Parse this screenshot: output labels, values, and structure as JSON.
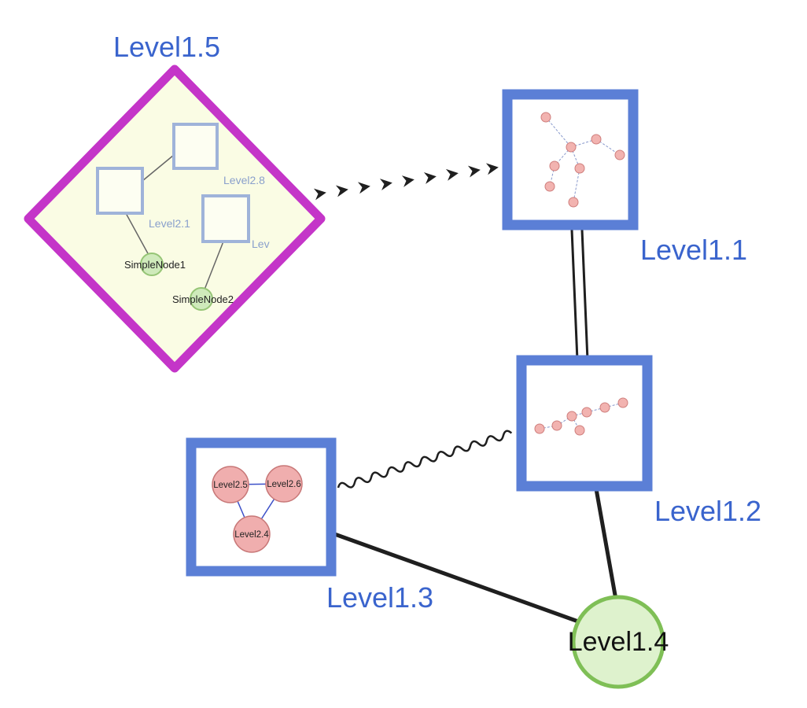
{
  "nodes": {
    "level1_5": {
      "label": "Level1.5",
      "type": "diamond"
    },
    "level1_1": {
      "label": "Level1.1",
      "type": "square"
    },
    "level1_2": {
      "label": "Level1.2",
      "type": "square"
    },
    "level1_3": {
      "label": "Level1.3",
      "type": "square"
    },
    "level1_4": {
      "label": "Level1.4",
      "type": "circle"
    },
    "level2_8": {
      "label": "Level2.8",
      "type": "square"
    },
    "level2_1": {
      "label": "Level2.1",
      "type": "square"
    },
    "level2_x": {
      "label": "Lev",
      "type": "square"
    },
    "simple_node_1": {
      "label": "SimpleNode1",
      "type": "circle"
    },
    "simple_node_2": {
      "label": "SimpleNode2",
      "type": "circle"
    },
    "level2_5": {
      "label": "Level2.5",
      "type": "circle"
    },
    "level2_6": {
      "label": "Level2.6",
      "type": "circle"
    },
    "level2_4": {
      "label": "Level2.4",
      "type": "circle"
    }
  },
  "edges": [
    {
      "from": "Level1.5",
      "to": "Level1.1",
      "style": "thick-dashed-arrow"
    },
    {
      "from": "Level1.1",
      "to": "Level1.2",
      "style": "double-line"
    },
    {
      "from": "Level1.3",
      "to": "Level1.2",
      "style": "wavy"
    },
    {
      "from": "Level1.3",
      "to": "Level1.4",
      "style": "solid"
    },
    {
      "from": "Level1.2",
      "to": "Level1.4",
      "style": "solid"
    }
  ],
  "colors": {
    "label_blue": "#3a64cd",
    "diamond_border": "#c435c8",
    "diamond_fill": "#fafce4",
    "node_border_blue": "#5b7fd6",
    "inner_square_border": "#9fb3d9",
    "inner_square_fill": "#fdfef2",
    "small_green_fill": "#cfeabb",
    "small_green_border": "#96c576",
    "big_green_fill": "#def2cd",
    "big_green_border": "#7fbf56",
    "pink_fill": "#f2b3b0",
    "pink_border": "#cf7e7c",
    "edge_black": "#1f1f1f",
    "mini_edge_dashed_blue": "#8899cc",
    "mini_edge_solid_blue": "#3c50c8"
  }
}
